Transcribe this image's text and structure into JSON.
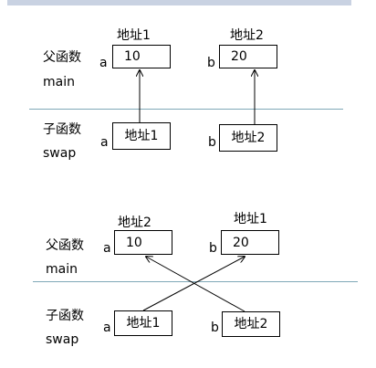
{
  "diagram1": {
    "parent_label": "父函数",
    "parent_name": "main",
    "child_label": "子函数",
    "child_name": "swap",
    "parent_boxes": [
      {
        "var": "a",
        "addr": "地址1",
        "value": "10"
      },
      {
        "var": "b",
        "addr": "地址2",
        "value": "20"
      }
    ],
    "child_boxes": [
      {
        "var": "a",
        "value": "地址1"
      },
      {
        "var": "b",
        "value": "地址2"
      }
    ]
  },
  "diagram2": {
    "parent_label": "父函数",
    "parent_name": "main",
    "child_label": "子函数",
    "child_name": "swap",
    "parent_boxes": [
      {
        "var": "a",
        "addr": "地址2",
        "value": "10"
      },
      {
        "var": "b",
        "addr": "地址1",
        "value": "20"
      }
    ],
    "child_boxes": [
      {
        "var": "a",
        "value": "地址1"
      },
      {
        "var": "b",
        "value": "地址2"
      }
    ]
  },
  "colors": {
    "top_bar": "#c9d2e2",
    "divider": "#7fa8b8",
    "line": "#000000"
  }
}
